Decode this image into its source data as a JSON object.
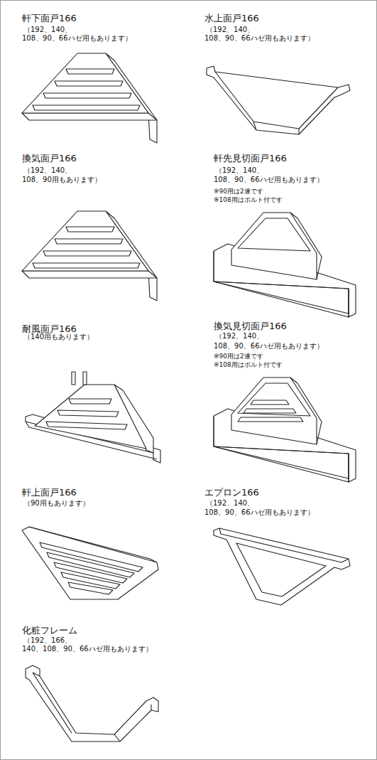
{
  "diagram": {
    "labels": [
      "軒下面戸166",
      "（192、140、",
      "108、90、66ハゼ用もあります）",
      "水上面戸166",
      "（192、140、",
      "108、90、66ハゼ用もあります）",
      "換気面戸166",
      "（192、140、",
      "108、90用もあります）",
      "軒先見切面戸166",
      "（192、140、",
      "108、90、66ハゼ用もあります）",
      "※90用は2連です",
      "※108用はボルト付です",
      "耐風面戸166",
      "（140用もあります）",
      "換気見切面戸166",
      "（192、140、",
      "108、90、66ハゼ用もあります）",
      "※90用は2連です",
      "※108用はボルト付です",
      "軒上面戸166",
      "（90用もあります）",
      "エプロン166",
      "（192、140、",
      "108、90、66ハゼ用もあります）",
      "化粧フレーム",
      "（192、166、",
      "140、108、90、66ハゼ用もあります）"
    ]
  }
}
